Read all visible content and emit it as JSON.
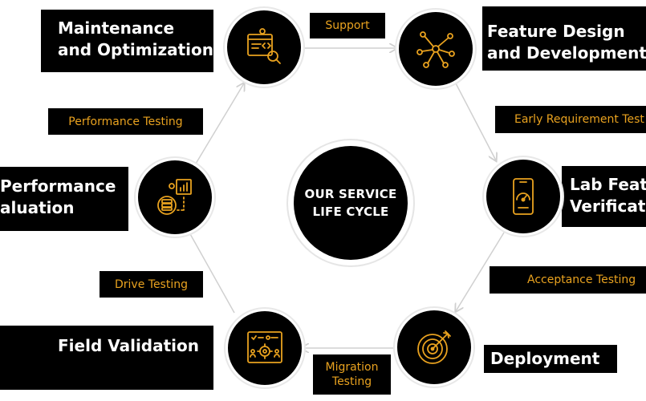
{
  "center": {
    "line1": "OUR SERVICE",
    "line2": "LIFE CYCLE"
  },
  "stages": {
    "maintenance": {
      "line1": "Maintenance",
      "line2": "and Optimization",
      "icon": "code-monitor-search-icon"
    },
    "feature_design": {
      "line1": "Feature Design",
      "line2": "and Development",
      "icon": "network-node-icon"
    },
    "lab_feature": {
      "line1": "Lab Feat",
      "line2": "Verificat",
      "icon": "phone-gauge-icon"
    },
    "deployment": {
      "line1": "Deployment",
      "icon": "target-arrow-icon"
    },
    "field_validation": {
      "line1": "Field Validation",
      "icon": "gear-team-board-icon"
    },
    "performance_eval": {
      "line1": "Performance",
      "line2": "aluation",
      "icon": "server-chart-icon"
    }
  },
  "transitions": {
    "support": "Support",
    "early_requirement": "Early Requirement Test",
    "acceptance": "Acceptance Testing",
    "migration_line1": "Migration",
    "migration_line2": "Testing",
    "drive": "Drive Testing",
    "performance": "Performance Testing"
  },
  "colors": {
    "accent": "#e9a21f",
    "box": "#000000",
    "text": "#ffffff",
    "connector": "#cfcfcf"
  }
}
